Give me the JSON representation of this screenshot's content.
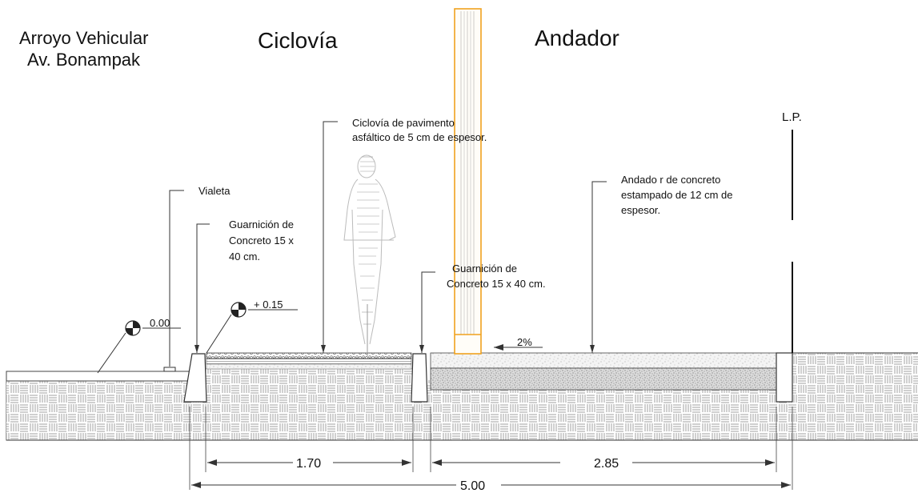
{
  "zones": {
    "road_line1": "Arroyo Vehicular",
    "road_line2": "Av. Bonampak",
    "cycle": "Ciclovía",
    "walk": "Andador"
  },
  "lp_label": "L.P.",
  "notes": {
    "ciclovia_1": "Ciclovía de pavimento",
    "ciclovia_2": "asfáltico de 5 cm de espesor.",
    "andador_1": "Andado r de concreto",
    "andador_2": "estampado de 12 cm de",
    "andador_3": "espesor.",
    "vialeta": "Vialeta",
    "guarn1_1": "Guarnición de",
    "guarn1_2": "Concreto 15 x",
    "guarn1_3": "40 cm.",
    "guarn2_1": "Guarnición de",
    "guarn2_2": "Concreto 15 x 40 cm."
  },
  "levels": {
    "road": "0.00",
    "curb": "+ 0.15"
  },
  "slope": "2%",
  "dimensions": {
    "cycle": "1.70",
    "walk": "2.85",
    "total": "5.00"
  }
}
